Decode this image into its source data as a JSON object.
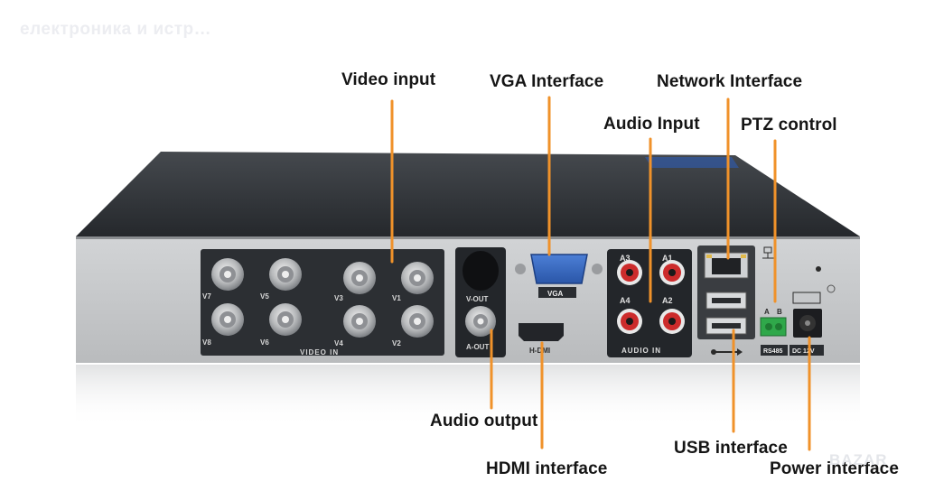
{
  "watermark": "електроника и истр…",
  "corner_mark": "BAZAR",
  "callouts": {
    "video_input": "Video input",
    "vga_interface": "VGA Interface",
    "network_interface": "Network Interface",
    "audio_input": "Audio Input",
    "ptz_control": "PTZ control",
    "audio_output": "Audio output",
    "hdmi_interface": "HDMI interface",
    "usb_interface": "USB interface",
    "power_interface": "Power interface"
  },
  "panel_labels": {
    "v7": "V7",
    "v5": "V5",
    "v3": "V3",
    "v1": "V1",
    "v8": "V8",
    "v6": "V6",
    "v4": "V4",
    "v2": "V2",
    "video_in": "VIDEO IN",
    "v_out": "V-OUT",
    "a_out": "A-OUT",
    "vga": "VGA",
    "hdmi": "H-DMI",
    "a3": "A3",
    "a1": "A1",
    "a4": "A4",
    "a2": "A2",
    "audio_in": "AUDIO IN",
    "a": "A",
    "b": "B",
    "rs485": "RS485",
    "dc12v": "DC 12V"
  },
  "colors": {
    "leader": "#f0922a",
    "chassis_top": "#2f3338",
    "panel": "#c6c8ca"
  }
}
